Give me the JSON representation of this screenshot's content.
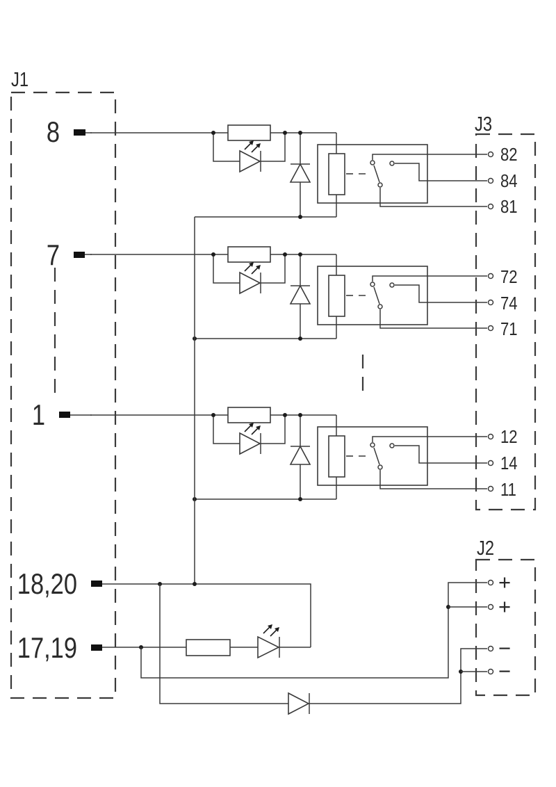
{
  "diagram": {
    "kind": "relay module wiring schematic",
    "line_color": "#3a3a3a",
    "background": "#ffffff",
    "components": [
      "resistor",
      "led",
      "flyback-diode",
      "relay-coil",
      "changeover-contact",
      "polarity-diode"
    ]
  },
  "j1": {
    "label": "J1",
    "pins": [
      {
        "label": "8"
      },
      {
        "label": "7"
      },
      {
        "label": "1"
      },
      {
        "label": "18,20"
      },
      {
        "label": "17,19"
      }
    ]
  },
  "j3": {
    "label": "J3",
    "relays": [
      {
        "contacts": [
          {
            "label": "82"
          },
          {
            "label": "84"
          },
          {
            "label": "81"
          }
        ]
      },
      {
        "contacts": [
          {
            "label": "72"
          },
          {
            "label": "74"
          },
          {
            "label": "71"
          }
        ]
      },
      {
        "contacts": [
          {
            "label": "12"
          },
          {
            "label": "14"
          },
          {
            "label": "11"
          }
        ]
      }
    ]
  },
  "j2": {
    "label": "J2",
    "pins": [
      {
        "label": "+"
      },
      {
        "label": "+"
      },
      {
        "label": "−"
      },
      {
        "label": "−"
      }
    ]
  }
}
